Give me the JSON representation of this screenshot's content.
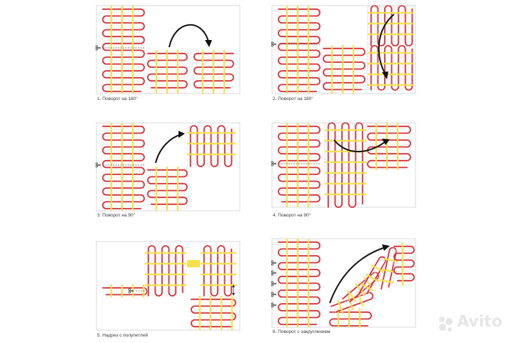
{
  "captions": [
    "1. Поворот на 180°",
    "2. Поворот на 180°",
    "3. Поворот на 90°",
    "4. Поворот на 90°",
    "5. Надрез с полупетлей",
    "6. Поворот с закруглением"
  ],
  "watermark": "Avito",
  "colors": {
    "cable": "#d4323a",
    "stripe": "#f7e04a",
    "mesh": "#e4e4e4",
    "frame": "#cfcfcf",
    "arrow": "#111111"
  },
  "icons": {
    "cut": "scissors-icon",
    "turn": "curved-arrow-icon",
    "gap": "measure-arrow-icon"
  }
}
